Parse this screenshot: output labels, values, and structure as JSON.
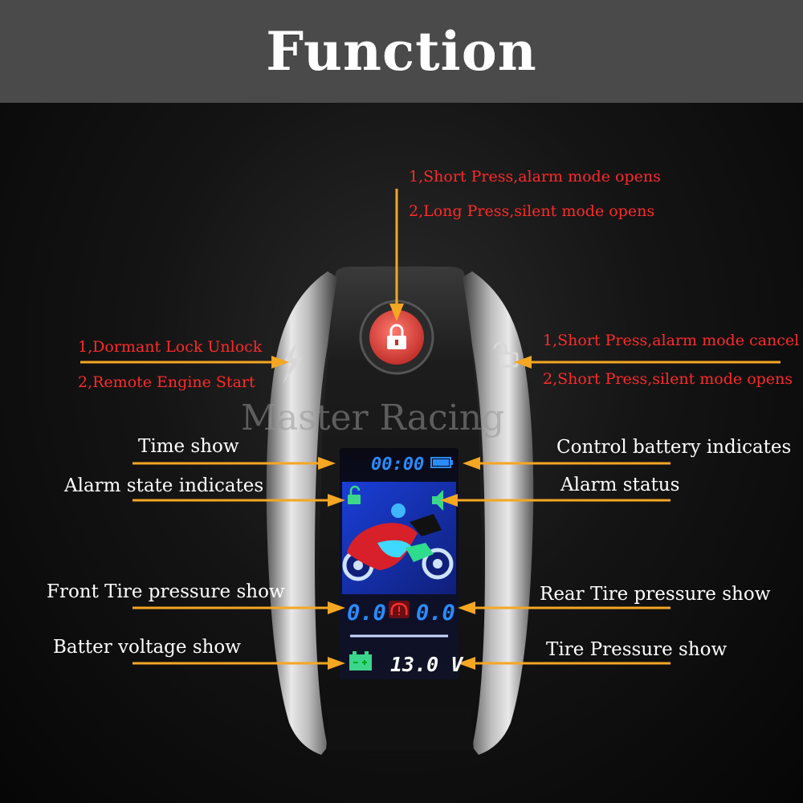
{
  "header": {
    "title": "Function"
  },
  "watermark": "Master Racing",
  "top_button": {
    "line1": "1,Short Press,alarm mode opens",
    "line2": "2,Long Press,silent mode opens"
  },
  "left_button": {
    "line1": "1,Dormant Lock Unlock",
    "line2": "2,Remote Engine Start"
  },
  "right_button": {
    "line1": "1,Short Press,alarm mode cancel",
    "line2": "2,Short Press,silent mode opens"
  },
  "labels": {
    "time_show": "Time show",
    "alarm_state": "Alarm state indicates",
    "front_tire": "Front Tire pressure show",
    "battery_voltage": "Batter voltage show",
    "control_battery": "Control battery indicates",
    "alarm_status": "Alarm status",
    "rear_tire": "Rear Tire pressure show",
    "tire_pressure": "Tire Pressure show"
  },
  "screen": {
    "time": "00:00",
    "front_pressure": "0.0",
    "rear_pressure": "0.0",
    "voltage": "13.0 V",
    "tpms_symbol": "(!)"
  },
  "colors": {
    "annotation_red": "#ff2a2a",
    "arrow_orange": "#f5a623",
    "lcd_blue": "#1f78ff",
    "lcd_green": "#3bd68a",
    "lock_button_red": "#e0463f"
  },
  "icons": {
    "top_button": "lock-icon",
    "left_button": "lightning-bolt-icon",
    "right_button": "open-lock-icon"
  }
}
